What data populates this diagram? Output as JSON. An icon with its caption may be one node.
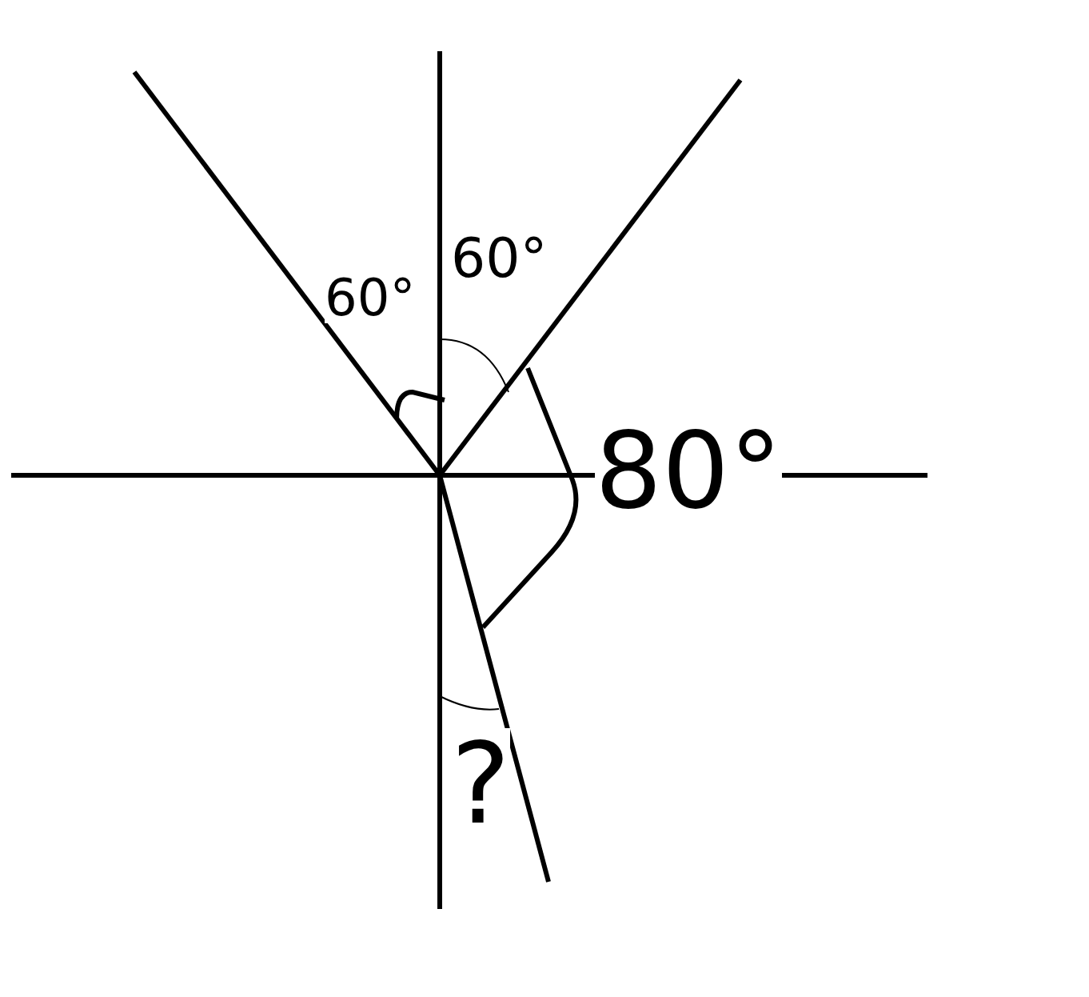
{
  "diagram": {
    "labels": [
      "60°",
      "60°",
      "80°",
      "?"
    ]
  }
}
